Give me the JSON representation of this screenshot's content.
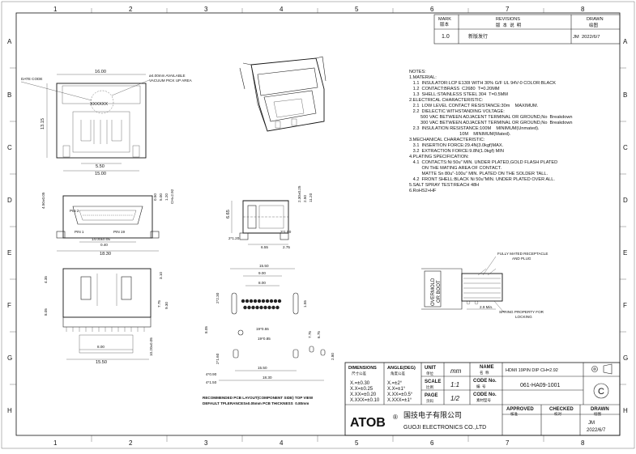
{
  "border": {
    "cols": [
      "1",
      "2",
      "3",
      "4",
      "5",
      "6",
      "7",
      "8"
    ],
    "rows": [
      "A",
      "B",
      "C",
      "D",
      "E",
      "F",
      "G",
      "H"
    ]
  },
  "revisions": {
    "headers": {
      "mark": "MARK",
      "mark_cn": "版本",
      "revisions": "REVISIONS",
      "revisions_cn": "版  本  说  明",
      "drawn": "DRAWN",
      "drawn_cn": "绘图"
    },
    "rows": [
      {
        "mark": "1.0",
        "desc": "新版发行",
        "drawn": "JM  2022/6/7"
      }
    ]
  },
  "top_view": {
    "labels": {
      "date_code": "DATE CODE",
      "vacuum": "ø4.00mm AVAILABLE",
      "vacuum2": "VACUUM PICK UP AREA",
      "code": "XXXXXX"
    },
    "dims": {
      "w": "16.00",
      "h": "13.15",
      "d1": "5.50",
      "d2": "15.00"
    }
  },
  "front_view": {
    "labels": {
      "pin2": "PIN 2",
      "pin1": "PIN 1",
      "pin19": "PIN 19"
    },
    "dims": {
      "a": "4.50±0.05",
      "b": "0.50",
      "c": "5.00",
      "d": "1.20",
      "e": "CH=2.92",
      "pitch": "14.00±0.05",
      "pitch2": "0.40",
      "width": "18.30"
    }
  },
  "side_view": {
    "dims": {
      "a": "2.30±0.25",
      "b": "2.50",
      "c": "11.20",
      "d": "6.65",
      "e": "2*1.20",
      "f": "2*1.50",
      "g": "6.55",
      "h": "2.75"
    }
  },
  "bottom_view": {
    "dims": {
      "a": "4.35",
      "b": "3.10",
      "c": "8.05",
      "d": "7.75",
      "e": "9.30",
      "f": "8.00",
      "g": "10.20±0.05",
      "h": "15.50"
    }
  },
  "pcb_layout": {
    "dims": {
      "a": "15.50",
      "b": "9.00",
      "c": "8.00",
      "d": "19*0.55",
      "e": "19*0.85",
      "f": "2*2.30",
      "g": "2*1.60",
      "h": "1.55",
      "i": "7.75",
      "j": "6.75",
      "k": "8.05",
      "l": "2.80",
      "m": "15.50",
      "n": "18.30",
      "o": "4*0.90",
      "p": "4*1.50"
    },
    "note1": "RECOMMENDED PCB LAYOUT(COMPONENT SIDE) TOP VIEW",
    "note2": "DEFAULT TPLERANCES±0.05mm PCB THICKNESS  0.80mm"
  },
  "detail": {
    "title1": "FULLY MATED RECEPTACLE",
    "title2": "AND PLUG",
    "overmold1": "OVERMOLD",
    "overmold2": "OR BOOT",
    "min": "2.9 Min.",
    "spring1": "SPRING PROPERTY FOR",
    "spring2": "LOCKING"
  },
  "notes": {
    "header": "NOTES:",
    "lines": [
      "1.MATERIAL:",
      "   1.1  INSULATOR:LCP E130I WITH 30% G/F UL 94V-0 COLOR:BLACK",
      "   1.2  CONTACT:BRASS  C2680  T=0.20MM",
      "   1.3  SHELL:STAINLESS STEEL 304  T=0.5MM",
      "2.ELECTRICAL CHARACTERISTIC:",
      "   2.1  LOW LEVEL CONTACT RESISTANCE:30m    MAXIMUM.",
      "   2.2  DIELECTIC WITHSTANDING VOLTAGE:",
      "         500 VAC BETWEEN ADJACENT TERMINAL OR GROUND,No  Breakdown",
      "         300 VAC BETWEEN ADJACENT TERMINAL OR GROUND,No  Breakdown",
      "   2.3  INSULATION RESISTANCE:100M    MINIMUM(Unmated).",
      "                                        10M    MINIMUM(Mated).",
      "3.MECHANICAL CHARACTERISTIC:",
      "   3.1  INSERTION FORCE:29.4N(3.0kgf)MAX.",
      "   3.2  EXTRACTION FORCE:9.8N(1.0kgf) MIN",
      "4.PLATING SPECIFICATION:",
      "   4.1  CONTACTS:Ni 50u\" MIN. UNDER PLATED,GOLD FLASH PLATED",
      "          ON THE MATING AREA OF CONTACT.",
      "          MATTE Sn 80u\"-100u\" MIN. PLATED ON THE SOLDER TALL.",
      "   4.2  FRONT SHELL:BLACK Ni 50u\"MIN. UNDER PLATED OVER ALL.",
      "5.SALT SPRAY TEST:REACH 48H",
      "6.RoHS2+HF"
    ]
  },
  "title_block": {
    "dimensions": "DIMENSIONS",
    "dimensions_cn": "尺寸公差",
    "angle": "ANGLE(DEG)",
    "angle_cn": "角度公差",
    "tol": [
      "X.=±0.30",
      "X.X=±0.25",
      "X.XX=±0.20",
      "X.XXX=±0.10"
    ],
    "ang": [
      "X.=±2°",
      "X.X=±1°",
      "X.XX=±0.5°",
      "X.XXX=±1°"
    ],
    "unit": "UNIT",
    "unit_cn": "单位",
    "unit_val": "mm",
    "name": "NAME",
    "name_cn": "名  称",
    "name_val": "HDMI 19PIN DIP CH=2.92",
    "scale": "SCALE",
    "scale_cn": "比例",
    "scale_val": "1:1",
    "code_no": "CODE No.",
    "code_no_cn": "编  号",
    "code_val": "061-HA09-1001",
    "page": "PAGE",
    "page_cn": "页码",
    "page_val": "1/2",
    "code_no2": "CODE No.",
    "code_no2_cn": "素材型号",
    "approved": "APPROVED",
    "approved_cn": "核准",
    "checked": "CHECKED",
    "checked_cn": "校对",
    "drawn": "DRAWN",
    "drawn_cn": "绘图",
    "drawn_val": "JM",
    "drawn_date": "2022/6/7",
    "logo": "ATOB",
    "logo_reg": "®",
    "company_cn": "国技电子有限公司",
    "company_en": "GUOJI ELECTRONICS CO.,LTD",
    "copyright": "C"
  }
}
